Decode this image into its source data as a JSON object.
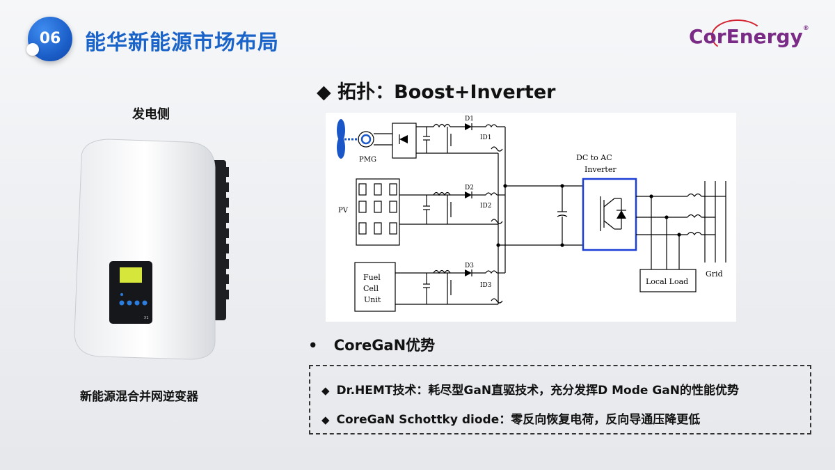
{
  "header": {
    "badge_number": "06",
    "title": "能华新能源市场布局",
    "logo_text": "CorEnergy",
    "logo_registered": "®"
  },
  "left": {
    "section_label": "发电侧",
    "device_caption": "新能源混合并网逆变器",
    "display_model": "X1"
  },
  "topology": {
    "heading_marker": "◆",
    "heading": "拓扑：Boost+Inverter",
    "circuit_labels": {
      "pmg": "PMG",
      "pv": "PV",
      "fuel_cell": [
        "Fuel",
        "Cell",
        "Unit"
      ],
      "d1": "D1",
      "d2": "D2",
      "d3": "D3",
      "i1": "ID1",
      "i2": "ID2",
      "i3": "ID3",
      "inverter_label": [
        "DC to AC",
        "Inverter"
      ],
      "local_load": "Local Load",
      "grid": "Grid"
    }
  },
  "advantages": {
    "bullet_marker": "•",
    "heading": "CoreGaN优势",
    "items": [
      {
        "marker": "◆",
        "text": "Dr.HEMT技术：耗尽型GaN直驱技术，充分发挥D Mode GaN的性能优势"
      },
      {
        "marker": "◆",
        "text": "CoreGaN Schottky diode：零反向恢复电荷，反向导通压降更低"
      }
    ]
  },
  "colors": {
    "title_blue": "#1a63c8",
    "badge_blue": "#1c5fc9",
    "logo_purple": "#7a2b86",
    "logo_red": "#d2202f",
    "inverter_box_blue": "#1b3fd6"
  }
}
